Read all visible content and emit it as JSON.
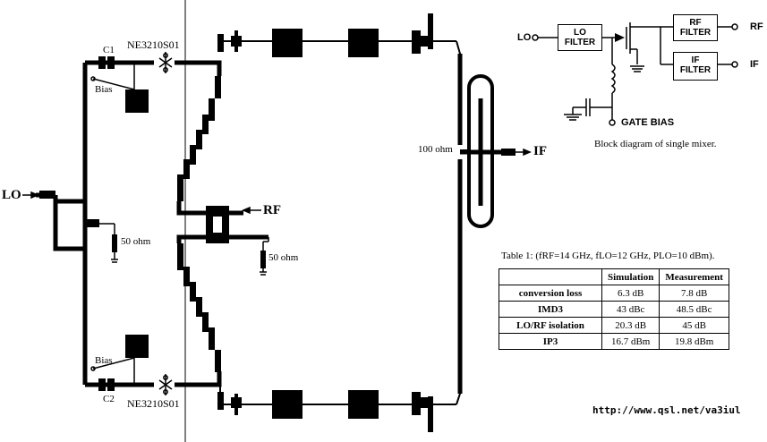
{
  "circuit": {
    "lo_label": "LO",
    "rf_label": "RF",
    "if_label": "IF",
    "c1_label": "C1",
    "c2_label": "C2",
    "fet_top_label": "NE3210S01",
    "fet_bottom_label": "NE3210S01",
    "bias_top_label": "Bias",
    "bias_bottom_label": "Bias",
    "load_lo_label": "50 ohm",
    "load_rf_label": "50 ohm",
    "if_resistor_label": "100 ohm"
  },
  "block_diagram": {
    "lo_input": "LO",
    "lo_filter": "LO FILTER",
    "rf_filter": "RF FILTER",
    "if_filter": "IF FILTER",
    "rf_output": "RF",
    "if_output": "IF",
    "gate_bias": "GATE BIAS",
    "caption": "Block diagram of single mixer."
  },
  "table": {
    "caption": "Table 1: (fRF=14 GHz, fLO=12 GHz, PLO=10 dBm).",
    "headers": [
      "",
      "Simulation",
      "Measurement"
    ],
    "rows": [
      {
        "label": "conversion loss",
        "simulation": "6.3 dB",
        "measurement": "7.8 dB"
      },
      {
        "label": "IMD3",
        "simulation": "43 dBc",
        "measurement": "48.5 dBc"
      },
      {
        "label": "LO/RF isolation",
        "simulation": "20.3 dB",
        "measurement": "45 dB"
      },
      {
        "label": "IP3",
        "simulation": "16.7 dBm",
        "measurement": "19.8 dBm"
      }
    ]
  },
  "footer": {
    "url": "http://www.qsl.net/va3iul"
  }
}
